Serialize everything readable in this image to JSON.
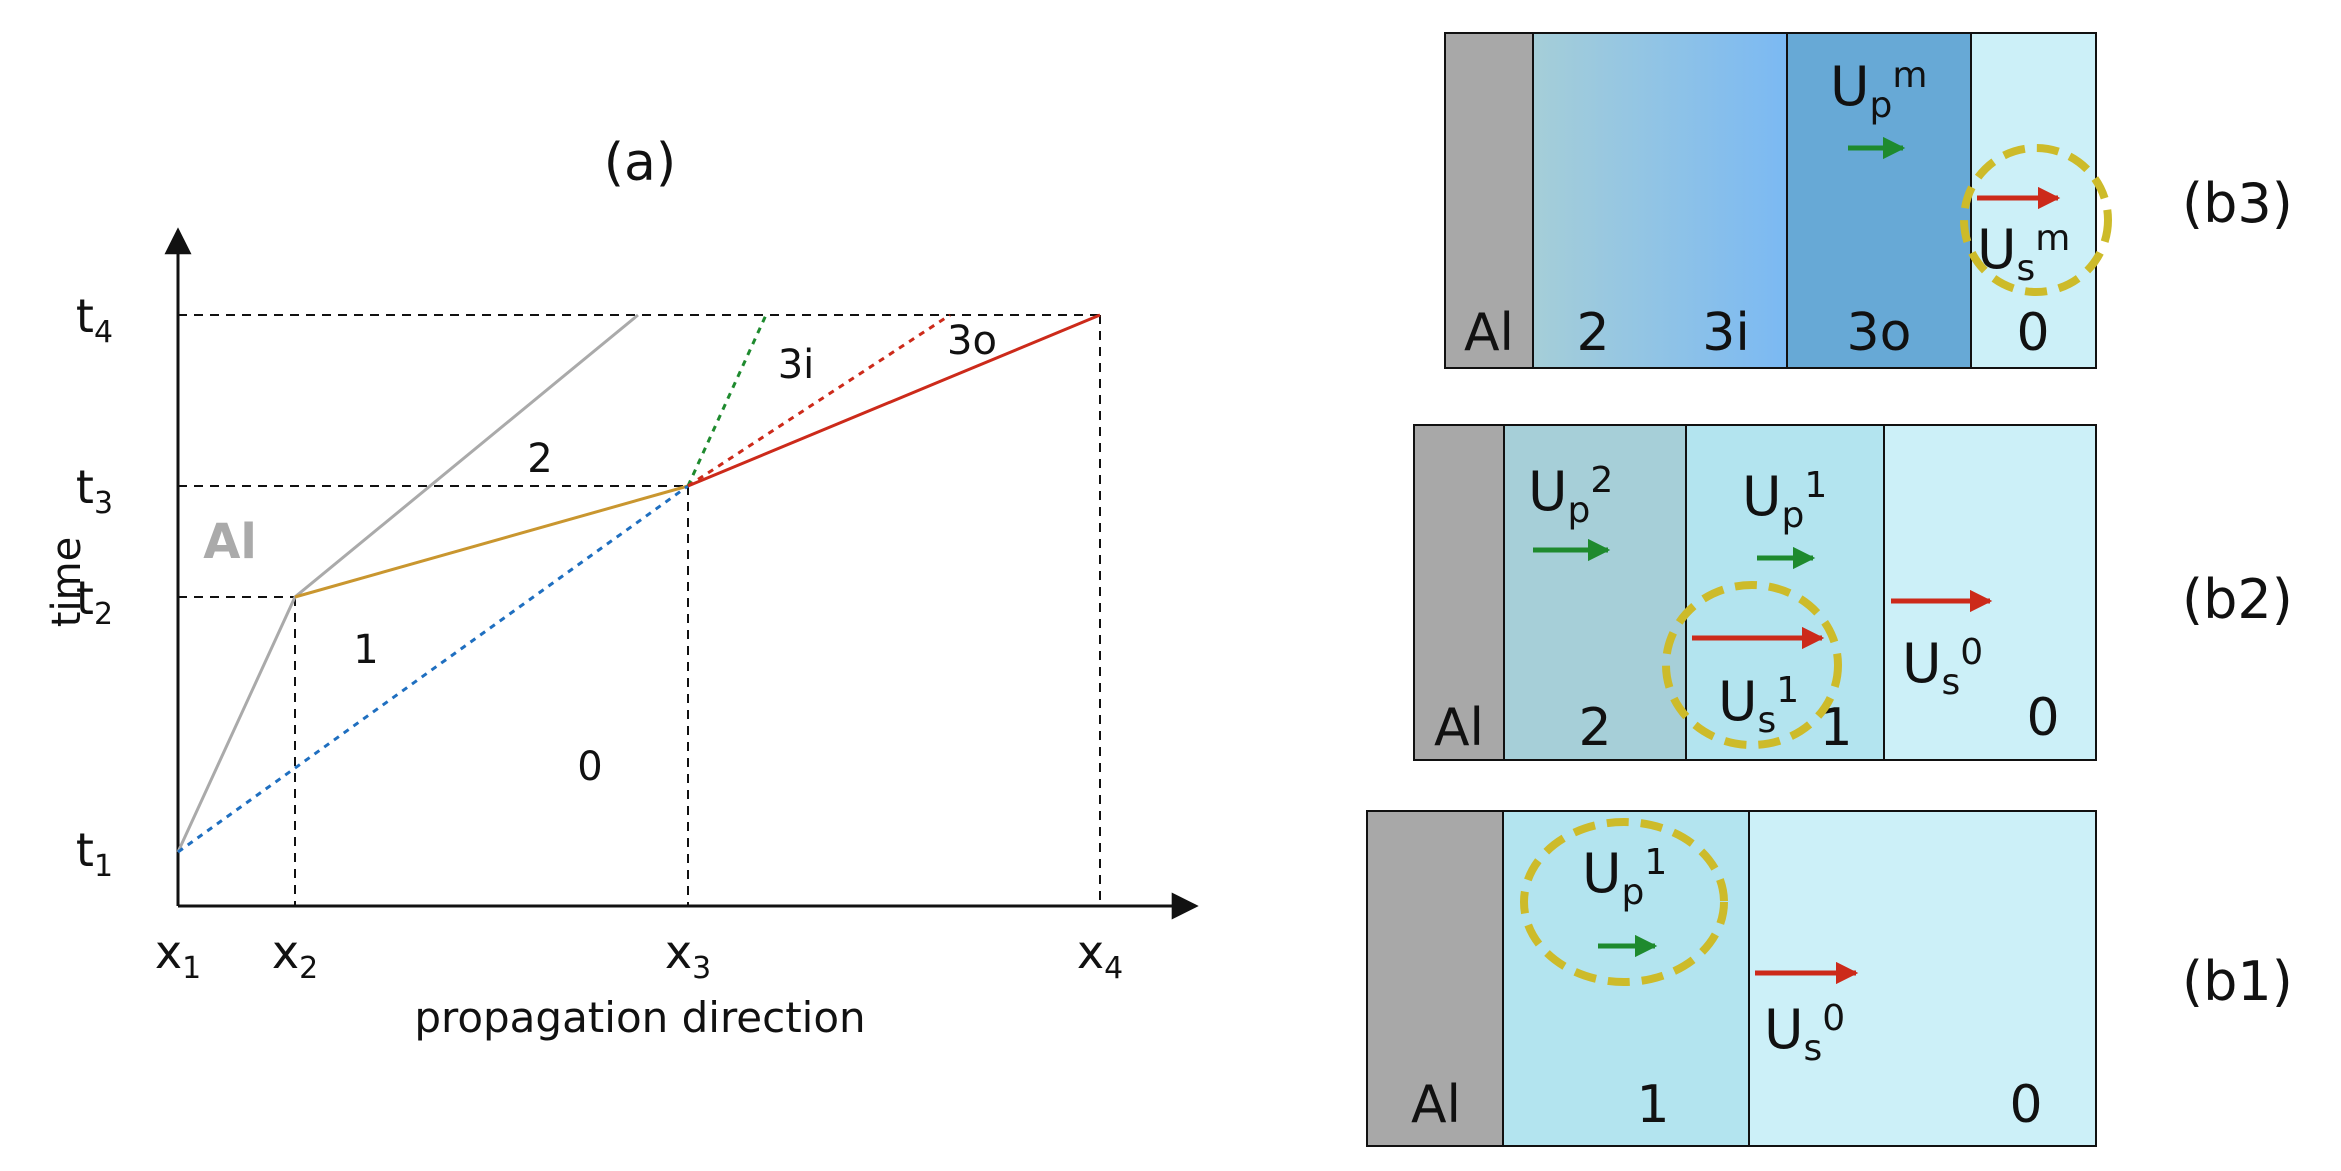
{
  "panel_a": {
    "title": "(a)",
    "ylabel": "time",
    "xlabel": "propagation direction",
    "y_ticks": [
      {
        "base": "t",
        "sub": "4"
      },
      {
        "base": "t",
        "sub": "3"
      },
      {
        "base": "t",
        "sub": "2"
      },
      {
        "base": "t",
        "sub": "1"
      }
    ],
    "x_ticks": [
      {
        "base": "x",
        "sub": "1"
      },
      {
        "base": "x",
        "sub": "2"
      },
      {
        "base": "x",
        "sub": "3"
      },
      {
        "base": "x",
        "sub": "4"
      }
    ],
    "al_label": "Al",
    "regions": [
      "1",
      "0",
      "2",
      "3i",
      "3o"
    ],
    "colors": {
      "grey": "#aaaaaa",
      "gold": "#c9962f",
      "red": "#cc2a1a",
      "green": "#1e8a2e",
      "blue": "#1f6fc0"
    }
  },
  "panel_b3": {
    "tag": "(b3)",
    "layers": [
      "Al",
      "2",
      "3i",
      "3o",
      "0"
    ],
    "up": {
      "base": "U",
      "sub": "p",
      "sup": "m"
    },
    "us": {
      "base": "U",
      "sub": "s",
      "sup": "m"
    }
  },
  "panel_b2": {
    "tag": "(b2)",
    "layers": [
      "Al",
      "2",
      "1",
      "0"
    ],
    "up2": {
      "base": "U",
      "sub": "p",
      "sup": "2"
    },
    "up1": {
      "base": "U",
      "sub": "p",
      "sup": "1"
    },
    "us1": {
      "base": "U",
      "sub": "s",
      "sup": "1"
    },
    "us0": {
      "base": "U",
      "sub": "s",
      "sup": "0"
    }
  },
  "panel_b1": {
    "tag": "(b1)",
    "layers": [
      "Al",
      "1",
      "0"
    ],
    "up1": {
      "base": "U",
      "sub": "p",
      "sup": "1"
    },
    "us0": {
      "base": "U",
      "sub": "s",
      "sup": "0"
    }
  },
  "colors": {
    "al": "#a8a8a8",
    "light_cyan": "#ccf0f8",
    "mid_cyan": "#b3e4ef",
    "teal": "#a6cfd8",
    "blue_dark": "#67a9d6",
    "blue_bright": "#79b9f2",
    "arrow_green": "#1e8a2e",
    "arrow_red": "#cc2a1a",
    "circle": "#cdbb2a"
  }
}
